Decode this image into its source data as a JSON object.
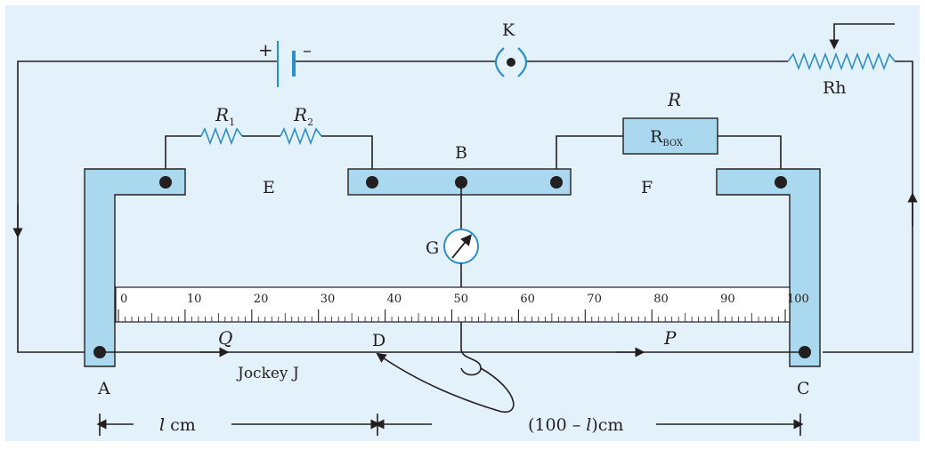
{
  "labels": {
    "battery_plus": "+",
    "battery_minus": "–",
    "key": "K",
    "rheostat": "Rh",
    "r1_letter": "R",
    "r1_sub": "1",
    "r2_letter": "R",
    "r2_sub": "2",
    "r_label": "R",
    "rbox_letter": "R",
    "rbox_sub": "BOX",
    "gap_e": "E",
    "node_b": "B",
    "gap_f": "F",
    "galvanometer": "G",
    "q": "Q",
    "d": "D",
    "p": "P",
    "jockey": "Jockey J",
    "a": "A",
    "c": "C",
    "l_cm_l": "l",
    "l_cm_unit": "cm",
    "rest_pre": "(100 – ",
    "rest_l": "l",
    "rest_post": ")cm"
  },
  "scale": {
    "min": 0,
    "max": 100,
    "major_step": 10,
    "minor_step": 1,
    "tick_labels": [
      "0",
      "10",
      "20",
      "30",
      "40",
      "50",
      "60",
      "70",
      "80",
      "90",
      "100"
    ]
  },
  "colors": {
    "background": "#e3f1fa",
    "strip": "#a9d8ef",
    "ink": "#231f20",
    "coil": "#2d8ec9"
  }
}
